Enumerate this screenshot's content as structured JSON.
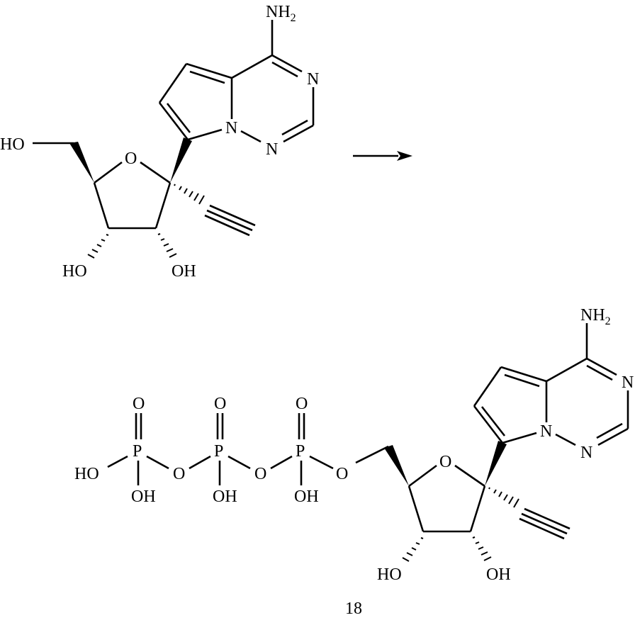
{
  "figure": {
    "type": "chemical_reaction_scheme",
    "background_color": "#ffffff",
    "ink_color": "#000000",
    "reactant": {
      "name": "nucleoside",
      "labels": {
        "amine": "NH",
        "amine_sub": "2",
        "n3": "N",
        "n_bridge": "N",
        "n1": "N",
        "ring_o": "O",
        "hydroxymethyl": "HO",
        "oh_3": "HO",
        "oh_2": "OH"
      }
    },
    "arrow": {
      "direction": "right"
    },
    "product": {
      "name": "nucleoside triphosphate",
      "compound_number": "18",
      "labels": {
        "amine": "NH",
        "amine_sub": "2",
        "n3": "N",
        "n_bridge": "N",
        "n1": "N",
        "ring_o": "O",
        "oh_3": "HO",
        "oh_2": "OH",
        "ester_o": "O"
      },
      "phosphates": [
        {
          "p": "P",
          "oxo": "O",
          "oh_below": "OH",
          "left": "HO",
          "bridge_right": "O"
        },
        {
          "p": "P",
          "oxo": "O",
          "oh_below": "OH",
          "bridge_right": "O"
        },
        {
          "p": "P",
          "oxo": "O",
          "oh_below": "OH"
        }
      ]
    }
  }
}
